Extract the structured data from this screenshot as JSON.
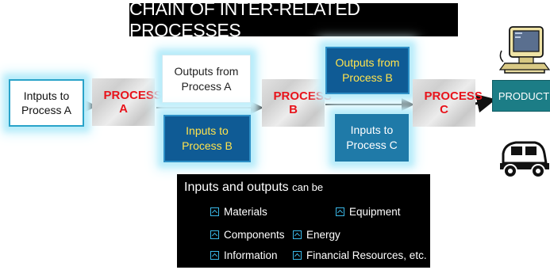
{
  "title": "CHAIN OF INTER-RELATED PROCESSES",
  "input_a": "Intputs to Process A",
  "process_a": "PROCESS A",
  "process_b": "PROCESS B",
  "process_c": "PROCESS C",
  "outputs_a": "Outputs from Process A",
  "inputs_b": "Inputs to Process B",
  "outputs_b": "Outputs from Process B",
  "inputs_c": "Inputs to Process C",
  "product": "PRODUCT",
  "legend": {
    "title_main": "Inputs and outputs",
    "title_tail": "can be",
    "items": {
      "materials": "Materials",
      "equipment": "Equipment",
      "components": "Components",
      "energy": "Energy",
      "information": "Information",
      "financial": "Financial Resources, etc."
    }
  },
  "icons": [
    "computer-clipart-icon",
    "car-clipart-icon",
    "checkbox-icon"
  ]
}
